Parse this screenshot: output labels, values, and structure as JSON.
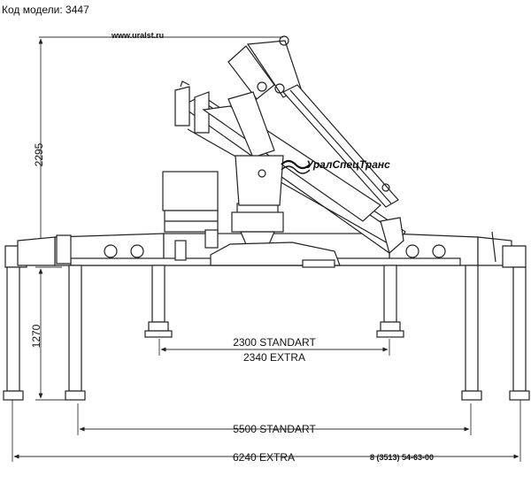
{
  "header": {
    "model_label": "Код модели: 3447"
  },
  "website": "www.uralst.ru",
  "brand": "УралСпецТранс",
  "phone": "8 (3513) 54-63-00",
  "dimensions": {
    "height_top": "2295",
    "height_bottom": "1270",
    "inner_standart": "2300 STANDART",
    "inner_extra": "2340 EXTRA",
    "outer_standart": "5500 STANDART",
    "outer_extra": "6240 EXTRA"
  },
  "icons": {
    "logo": "wave-logo-icon"
  }
}
